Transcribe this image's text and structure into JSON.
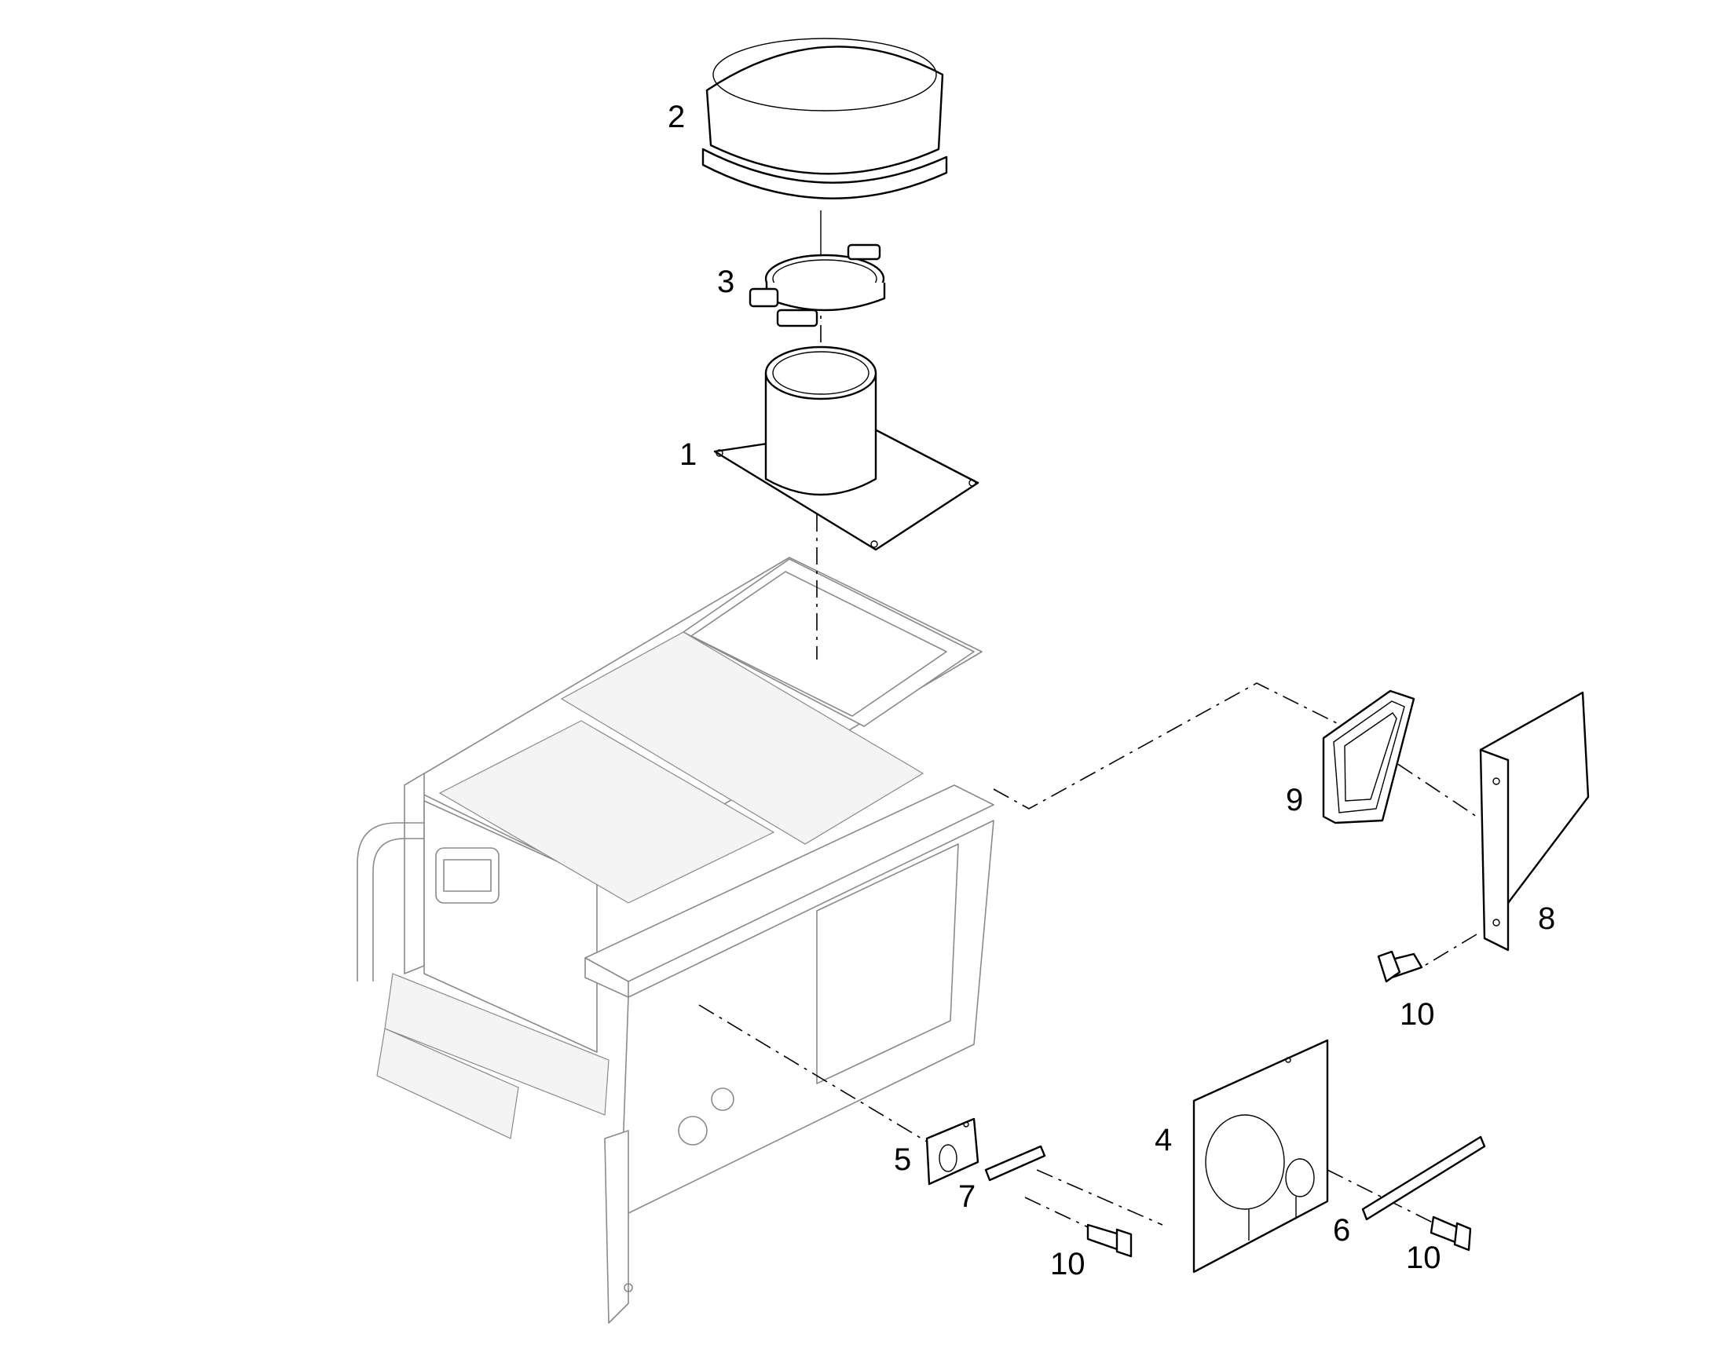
{
  "callouts": [
    {
      "id": "1",
      "label": "1"
    },
    {
      "id": "2",
      "label": "2"
    },
    {
      "id": "3",
      "label": "3"
    },
    {
      "id": "4",
      "label": "4"
    },
    {
      "id": "5",
      "label": "5"
    },
    {
      "id": "6",
      "label": "6"
    },
    {
      "id": "7",
      "label": "7"
    },
    {
      "id": "8",
      "label": "8"
    },
    {
      "id": "9",
      "label": "9"
    },
    {
      "id": "10a",
      "label": "10"
    },
    {
      "id": "10b",
      "label": "10"
    },
    {
      "id": "10c",
      "label": "10"
    }
  ],
  "colors": {
    "line": "#000000",
    "frame": "#8a8a8a",
    "background": "#ffffff"
  }
}
